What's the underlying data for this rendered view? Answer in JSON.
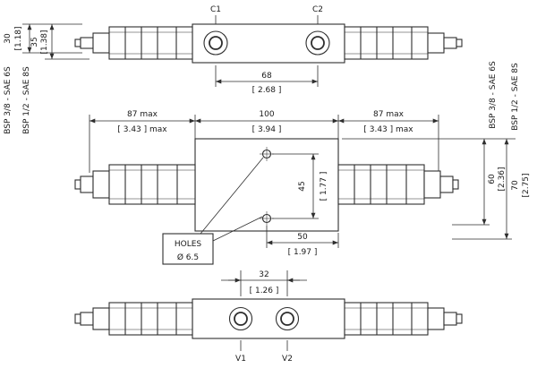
{
  "colors": {
    "line": "#2e2e2e",
    "text": "#1a1a1a",
    "background": "#ffffff"
  },
  "top_view": {
    "port_c1": "C1",
    "port_c2": "C2",
    "dim_30": {
      "mm": "30",
      "inch": "[1.18]"
    },
    "dim_35": {
      "mm": "35",
      "inch": "[1.38]"
    },
    "dim_68": {
      "mm": "68",
      "inch": "[ 2.68 ]"
    }
  },
  "plan_view": {
    "dim_87_left": {
      "mm": "87 max",
      "inch": "[ 3.43 ] max"
    },
    "dim_100": {
      "mm": "100",
      "inch": "[ 3.94 ]"
    },
    "dim_87_right": {
      "mm": "87 max",
      "inch": "[ 3.43 ] max"
    },
    "dim_45": {
      "mm": "45",
      "inch": "[ 1.77 ]"
    },
    "dim_50": {
      "mm": "50",
      "inch": "[ 1.97 ]"
    },
    "dim_60": {
      "mm": "60",
      "inch": "[2.36]"
    },
    "dim_70": {
      "mm": "70",
      "inch": "[2.75]"
    },
    "holes_note": {
      "title": "HOLES",
      "size": "Ø 6.5"
    }
  },
  "bottom_view": {
    "port_v1": "V1",
    "port_v2": "V2",
    "dim_32": {
      "mm": "32",
      "inch": "[ 1.26 ]"
    }
  },
  "port_labels": {
    "left_outer": "BSP 3/8 - SAE 6S",
    "left_inner": "BSP 1/2 - SAE 8S",
    "right_inner": "BSP 3/8 - SAE 6S",
    "right_outer": "BSP 1/2 - SAE 8S"
  }
}
